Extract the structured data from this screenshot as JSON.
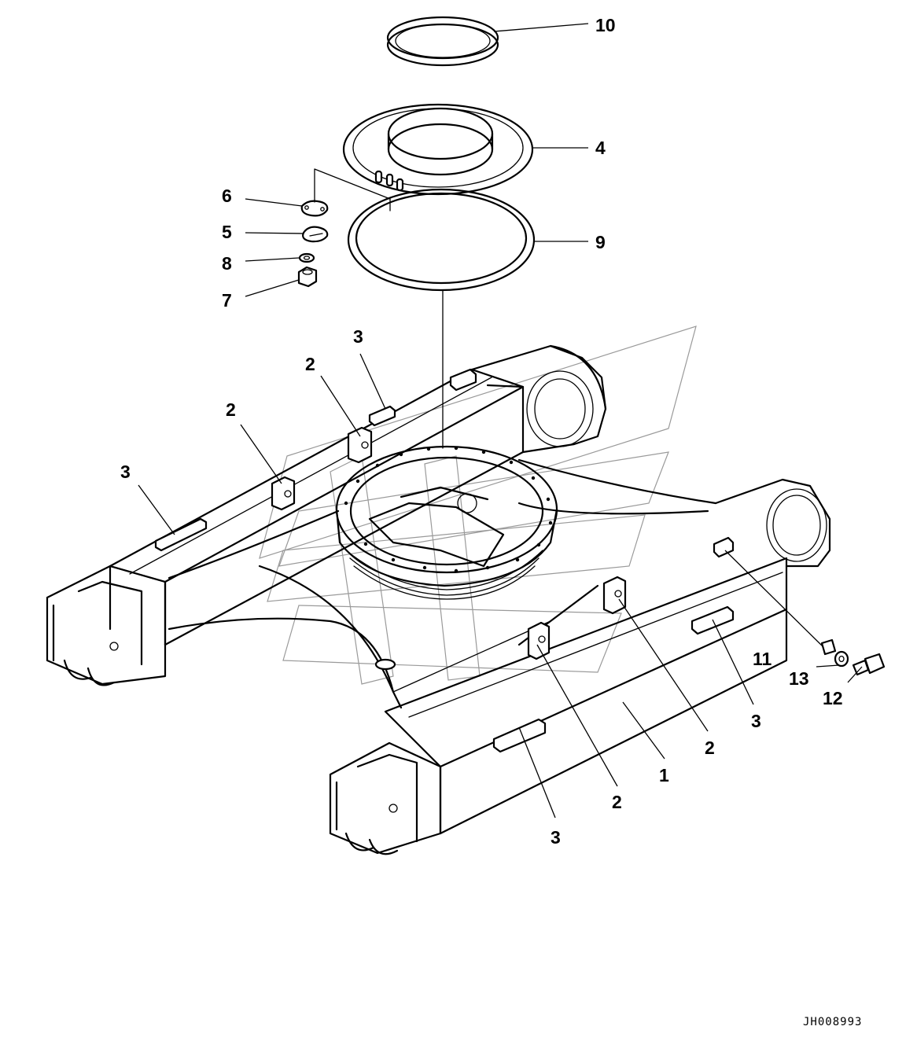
{
  "drawing_code": "JH008993",
  "callouts": [
    {
      "id": "c10",
      "label": "10"
    },
    {
      "id": "c4",
      "label": "4"
    },
    {
      "id": "c6",
      "label": "6"
    },
    {
      "id": "c5",
      "label": "5"
    },
    {
      "id": "c9",
      "label": "9"
    },
    {
      "id": "c8",
      "label": "8"
    },
    {
      "id": "c7",
      "label": "7"
    },
    {
      "id": "c3a",
      "label": "3"
    },
    {
      "id": "c2a",
      "label": "2"
    },
    {
      "id": "c2b",
      "label": "2"
    },
    {
      "id": "c3b",
      "label": "3"
    },
    {
      "id": "c11",
      "label": "11"
    },
    {
      "id": "c13",
      "label": "13"
    },
    {
      "id": "c12",
      "label": "12"
    },
    {
      "id": "c3c",
      "label": "3"
    },
    {
      "id": "c2c",
      "label": "2"
    },
    {
      "id": "c1",
      "label": "1"
    },
    {
      "id": "c2d",
      "label": "2"
    },
    {
      "id": "c3d",
      "label": "3"
    }
  ]
}
